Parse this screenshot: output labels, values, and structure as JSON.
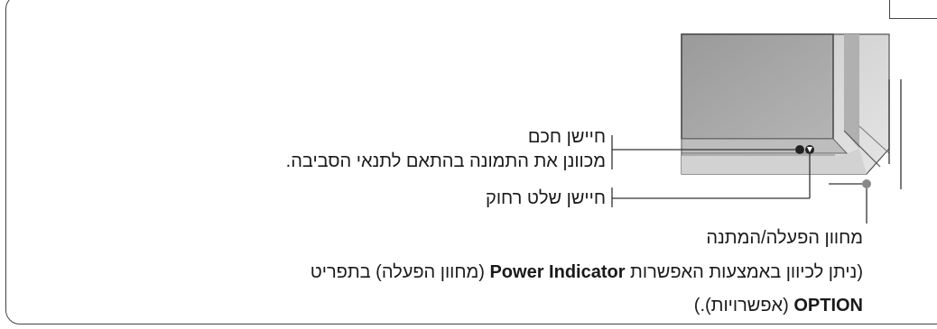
{
  "smart_sensor": {
    "title": "חיישן חכם",
    "description": "מכוונן את התמונה בהתאם לתנאי הסביבה."
  },
  "remote_sensor": {
    "label": "חיישן שלט רחוק"
  },
  "power_indicator": {
    "label": "מחוון הפעלה/המתנה",
    "note_part1": "(ניתן לכיוון באמצעות האפשרות ",
    "note_bold1": "Power Indicator",
    "note_part2": " (מחוון הפעלה) בתפריט",
    "note_bold2": "OPTION",
    "note_part3": " (אפשרויות).)"
  }
}
